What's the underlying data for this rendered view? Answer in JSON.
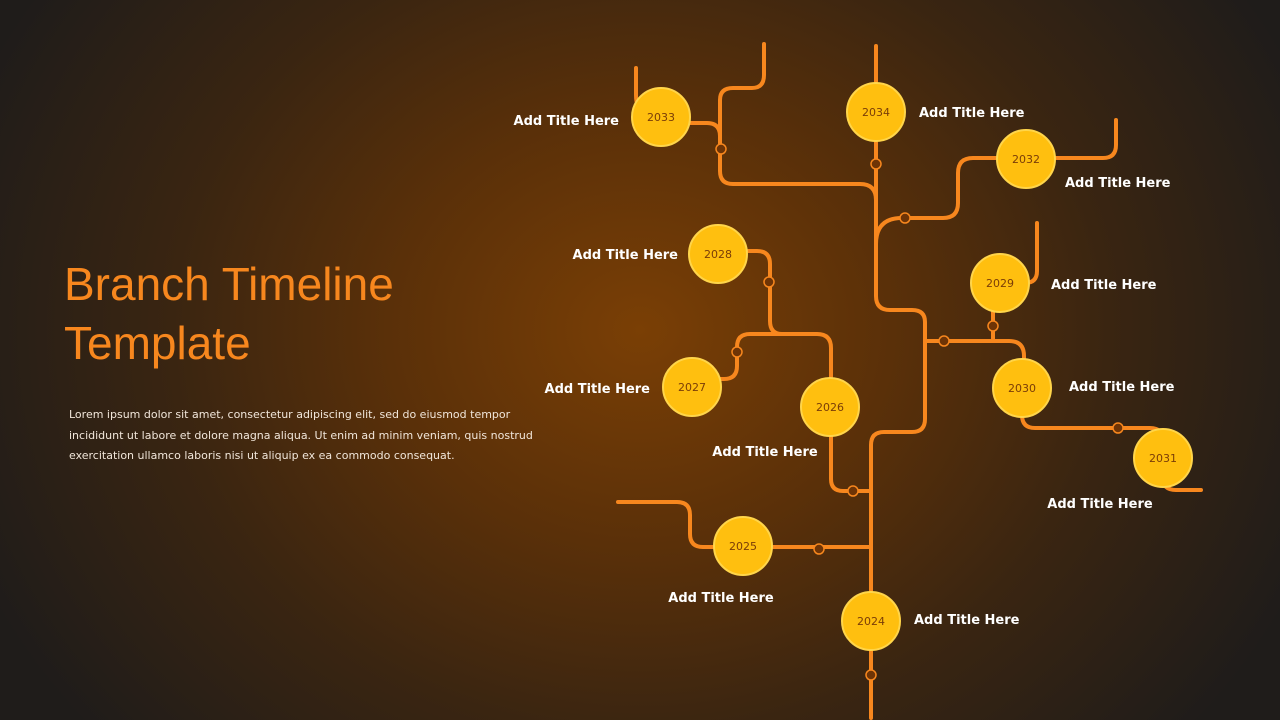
{
  "title": "Branch Timeline Template",
  "description": "Lorem ipsum dolor sit amet, consectetur adipiscing elit, sed do eiusmod tempor incididunt ut labore et dolore magna aliqua. Ut enim ad minim veniam, quis nostrud exercitation ullamco laboris nisi ut aliquip ex ea commodo consequat.",
  "colors": {
    "line": "#f7871e",
    "node": "#ffbf0f",
    "node_stroke": "#ffd54a",
    "title": "#f7871e",
    "year_text": "#7a3d08"
  },
  "milestones": [
    {
      "year": "2024",
      "label": "Add Title Here"
    },
    {
      "year": "2025",
      "label": "Add Title Here"
    },
    {
      "year": "2026",
      "label": "Add Title Here"
    },
    {
      "year": "2027",
      "label": "Add Title Here"
    },
    {
      "year": "2028",
      "label": "Add Title Here"
    },
    {
      "year": "2029",
      "label": "Add Title Here"
    },
    {
      "year": "2030",
      "label": "Add Title Here"
    },
    {
      "year": "2031",
      "label": "Add Title Here"
    },
    {
      "year": "2032",
      "label": "Add Title Here"
    },
    {
      "year": "2033",
      "label": "Add Title Here"
    },
    {
      "year": "2034",
      "label": "Add Title Here"
    }
  ]
}
